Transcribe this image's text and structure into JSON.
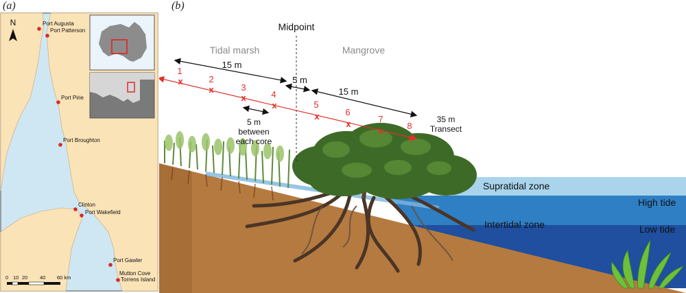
{
  "panels": {
    "a": {
      "label": "(a)"
    },
    "b": {
      "label": "(b)"
    }
  },
  "map": {
    "north": "N",
    "places": [
      {
        "name": "Port Augusta"
      },
      {
        "name": "Port Patterson"
      },
      {
        "name": "Port Pirie"
      },
      {
        "name": "Port Broughton"
      },
      {
        "name": "Clinton"
      },
      {
        "name": "Port Wakefield"
      },
      {
        "name": "Port Gawler"
      },
      {
        "name": "Mutton Cove"
      },
      {
        "name": "Torrens Island"
      }
    ],
    "scale": {
      "ticks": [
        "0",
        "10",
        "20",
        "40",
        "60 km"
      ]
    },
    "colors": {
      "land": "#fbe3b8",
      "sea": "#cfe7f3",
      "site": "#d42a2a"
    }
  },
  "diagram": {
    "midpoint": "Midpoint",
    "zones": {
      "tidal_marsh": "Tidal marsh",
      "mangrove": "Mangrove"
    },
    "distances": {
      "marsh_span": "15 m",
      "mid_gap": "5 m",
      "mangrove_span": "15 m",
      "core_gap_line1": "5 m",
      "core_gap_line2": "between",
      "core_gap_line3": "each core",
      "transect_line1": "35 m",
      "transect_line2": "Transect"
    },
    "cores": [
      "1",
      "2",
      "3",
      "4",
      "5",
      "6",
      "7",
      "8"
    ],
    "core_marker": "x",
    "water": {
      "supratidal": "Supratidal zone",
      "high_tide": "High tide",
      "intertidal": "Intertidal zone",
      "low_tide": "Low tide"
    },
    "colors": {
      "transect": "#e0302a",
      "soil": "#b57a40",
      "supratidal": "#a9d4ec",
      "high_tide": "#2f7fc4",
      "low_tide": "#1f4f9e",
      "canopy": "#3d6b27"
    }
  }
}
